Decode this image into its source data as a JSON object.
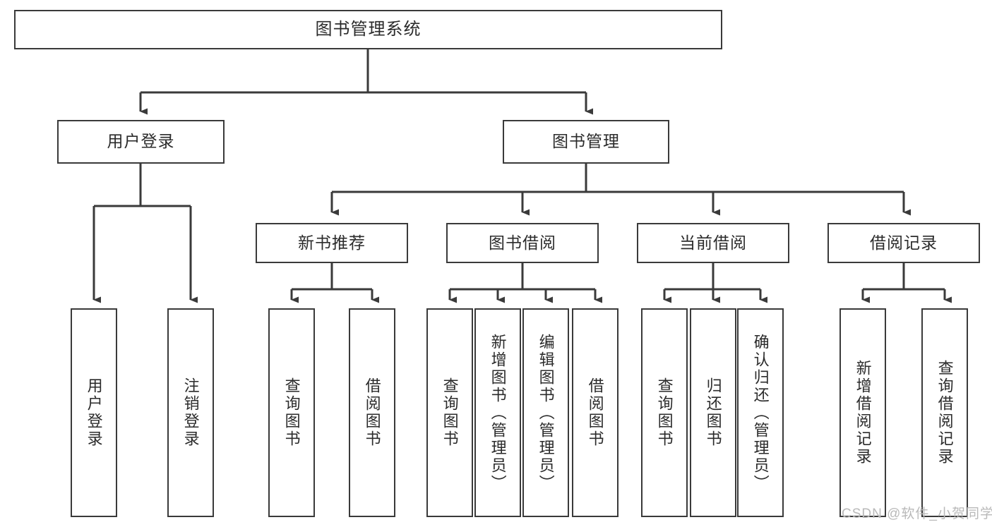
{
  "diagram": {
    "type": "tree-hierarchy",
    "title": "图书管理系统",
    "orientation": "top-down",
    "colors": {
      "box_border": "#3a3a3a",
      "box_fill": "#ffffff",
      "connector": "#3a3a3a",
      "text": "#2b2b2b",
      "watermark": "#b9b9b9",
      "background": "#ffffff"
    },
    "root": {
      "label": "图书管理系统"
    },
    "level1": [
      {
        "label": "用户登录"
      },
      {
        "label": "图书管理"
      }
    ],
    "level2": [
      {
        "label": "新书推荐"
      },
      {
        "label": "图书借阅"
      },
      {
        "label": "当前借阅"
      },
      {
        "label": "借阅记录"
      }
    ],
    "leaves": {
      "user_login": [
        {
          "label": "用户登录"
        },
        {
          "label": "注销登录"
        }
      ],
      "new_book": [
        {
          "label": "查询图书"
        },
        {
          "label": "借阅图书"
        }
      ],
      "borrow_book": [
        {
          "label": "查询图书"
        },
        {
          "label": "新增图书（管理员）"
        },
        {
          "label": "编辑图书（管理员）"
        },
        {
          "label": "借阅图书"
        }
      ],
      "current_borrow": [
        {
          "label": "查询图书"
        },
        {
          "label": "归还图书"
        },
        {
          "label": "确认归还（管理员）"
        }
      ],
      "borrow_record": [
        {
          "label": "新增借阅记录"
        },
        {
          "label": "查询借阅记录"
        }
      ]
    },
    "watermark": "CSDN @软件_小贺同学"
  }
}
